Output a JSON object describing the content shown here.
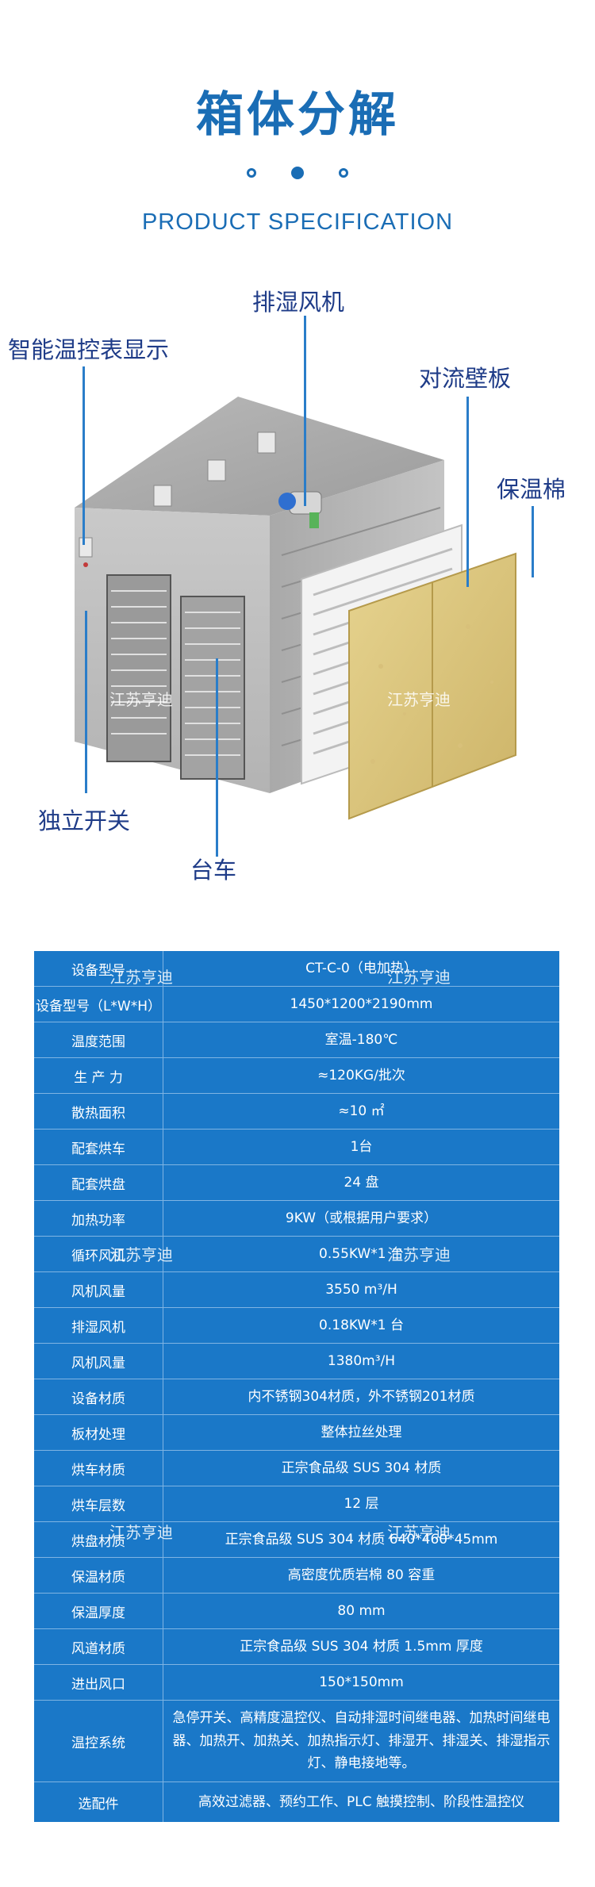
{
  "header": {
    "title": "箱体分解",
    "subtitle": "PRODUCT SPECIFICATION"
  },
  "callouts": {
    "fan": "排湿风机",
    "controller": "智能温控表显示",
    "panel": "对流壁板",
    "insulation": "保温棉",
    "switch": "独立开关",
    "cart": "台车"
  },
  "watermark": "江苏亨迪",
  "colors": {
    "brand": "#1a6db5",
    "table_bg": "#1a78c8",
    "callout_text": "#1f3c88"
  },
  "spec": {
    "rows": [
      {
        "key": "设备型号",
        "value": "CT-C-0（电加热）"
      },
      {
        "key": "设备型号（L*W*H）",
        "value": "1450*1200*2190mm"
      },
      {
        "key": "温度范围",
        "value": "室温-180℃"
      },
      {
        "key": "生 产 力",
        "value": "≈120KG/批次"
      },
      {
        "key": "散热面积",
        "value": "≈10 ㎡"
      },
      {
        "key": "配套烘车",
        "value": "1台"
      },
      {
        "key": "配套烘盘",
        "value": "24 盘"
      },
      {
        "key": "加热功率",
        "value": "9KW（或根据用户要求）"
      },
      {
        "key": "循环风机",
        "value": "0.55KW*1 台"
      },
      {
        "key": "风机风量",
        "value": "3550 m³/H"
      },
      {
        "key": "排湿风机",
        "value": "0.18KW*1 台"
      },
      {
        "key": "风机风量",
        "value": "1380m³/H"
      },
      {
        "key": "设备材质",
        "value": "内不锈钢304材质，外不锈钢201材质"
      },
      {
        "key": "板材处理",
        "value": "整体拉丝处理"
      },
      {
        "key": "烘车材质",
        "value": "正宗食品级 SUS 304 材质"
      },
      {
        "key": "烘车层数",
        "value": "12 层"
      },
      {
        "key": "烘盘材质",
        "value": "正宗食品级 SUS 304 材质 640*460*45mm"
      },
      {
        "key": "保温材质",
        "value": "高密度优质岩棉 80 容重"
      },
      {
        "key": "保温厚度",
        "value": "80 mm"
      },
      {
        "key": "风道材质",
        "value": "正宗食品级 SUS 304 材质 1.5mm 厚度"
      },
      {
        "key": "进出风口",
        "value": "150*150mm"
      },
      {
        "key": "温控系统",
        "value": "急停开关、高精度温控仪、自动排湿时间继电器、加热时间继电器、加热开、加热关、加热指示灯、排湿开、排湿关、排湿指示灯、静电接地等。"
      },
      {
        "key": "选配件",
        "value": "高效过滤器、预约工作、PLC 触摸控制、阶段性温控仪"
      }
    ]
  }
}
